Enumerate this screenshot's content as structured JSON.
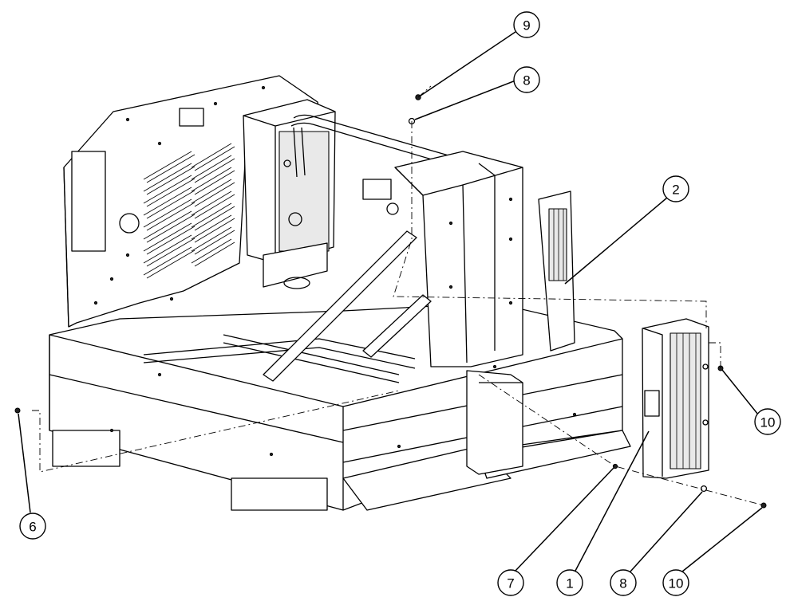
{
  "figure": {
    "callouts": [
      {
        "id": "c9a",
        "label": "9"
      },
      {
        "id": "c8a",
        "label": "8"
      },
      {
        "id": "c2",
        "label": "2"
      },
      {
        "id": "c10a",
        "label": "10"
      },
      {
        "id": "c6",
        "label": "6"
      },
      {
        "id": "c7",
        "label": "7"
      },
      {
        "id": "c1",
        "label": "1"
      },
      {
        "id": "c8b",
        "label": "8"
      },
      {
        "id": "c10b",
        "label": "10"
      }
    ]
  }
}
